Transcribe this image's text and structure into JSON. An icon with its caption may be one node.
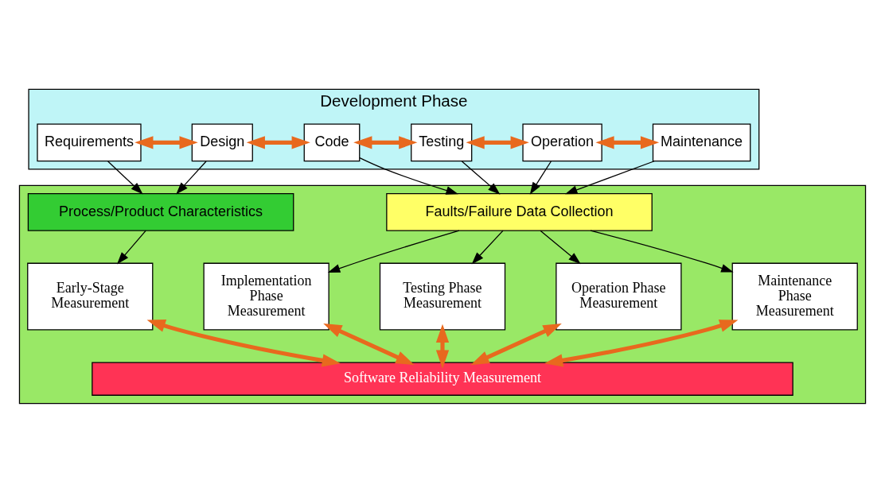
{
  "diagram": {
    "nodes": [
      {
        "text": [
          "Development Phase"
        ]
      },
      {
        "text": [
          "Requirements"
        ],
        "in": 0
      },
      {
        "text": [
          "Design"
        ],
        "in": 0
      },
      {
        "text": [
          "Code"
        ],
        "in": 0
      },
      {
        "text": [
          "Testing"
        ],
        "in": 0
      },
      {
        "text": [
          "Operation"
        ],
        "in": 0
      },
      {
        "text": [
          "Maintenance"
        ],
        "in": 0
      },
      {
        "text": [],
        "shape": "box"
      },
      {
        "text": [
          "Process/Product Characteristics"
        ],
        "in": 7
      },
      {
        "text": [
          "Faults/Failure Data Collection"
        ],
        "in": 7
      },
      {
        "text": [
          "Early-Stage Measurement"
        ],
        "in": 7
      },
      {
        "text": [
          "Implementation Phase Measurement"
        ],
        "in": 7
      },
      {
        "text": [
          "Testing Phase Measurement"
        ],
        "in": 7
      },
      {
        "text": [
          "Operation Phase Measurement"
        ],
        "in": 7
      },
      {
        "text": [
          "Maintenance Phase Measurement"
        ],
        "in": 7
      },
      {
        "text": [
          "Software Reliability Measurement"
        ],
        "in": 7
      }
    ],
    "edges": [
      {
        "from": 1,
        "to": 2,
        "arrow": "both",
        "style": "thick",
        "color": "#e8691e"
      },
      {
        "from": 2,
        "to": 3,
        "arrow": "both",
        "style": "thick",
        "color": "#e8691e"
      },
      {
        "from": 3,
        "to": 4,
        "arrow": "both",
        "style": "thick",
        "color": "#e8691e"
      },
      {
        "from": 4,
        "to": 5,
        "arrow": "both",
        "style": "thick",
        "color": "#e8691e"
      },
      {
        "from": 5,
        "to": 6,
        "arrow": "both",
        "style": "thick",
        "color": "#e8691e"
      },
      {
        "from": 1,
        "to": 8,
        "arrow": "to"
      },
      {
        "from": 2,
        "to": 8,
        "arrow": "to"
      },
      {
        "from": 3,
        "to": 9,
        "arrow": "to"
      },
      {
        "from": 4,
        "to": 9,
        "arrow": "to"
      },
      {
        "from": 5,
        "to": 9,
        "arrow": "to"
      },
      {
        "from": 6,
        "to": 9,
        "arrow": "to"
      },
      {
        "from": 8,
        "to": 10,
        "arrow": "to"
      },
      {
        "from": 9,
        "to": 11,
        "arrow": "to"
      },
      {
        "from": 9,
        "to": 12,
        "arrow": "to"
      },
      {
        "from": 9,
        "to": 13,
        "arrow": "to"
      },
      {
        "from": 9,
        "to": 14,
        "arrow": "to"
      },
      {
        "from": 10,
        "to": 15,
        "arrow": "both",
        "style": "thick",
        "color": "#e8691e"
      },
      {
        "from": 11,
        "to": 15,
        "arrow": "both",
        "style": "thick",
        "color": "#e8691e"
      },
      {
        "from": 12,
        "to": 15,
        "arrow": "both",
        "style": "thick",
        "color": "#e8691e"
      },
      {
        "from": 13,
        "to": 15,
        "arrow": "both",
        "style": "thick",
        "color": "#e8691e"
      },
      {
        "from": 14,
        "to": 15,
        "arrow": "both",
        "style": "thick",
        "color": "#e8691e"
      }
    ]
  }
}
